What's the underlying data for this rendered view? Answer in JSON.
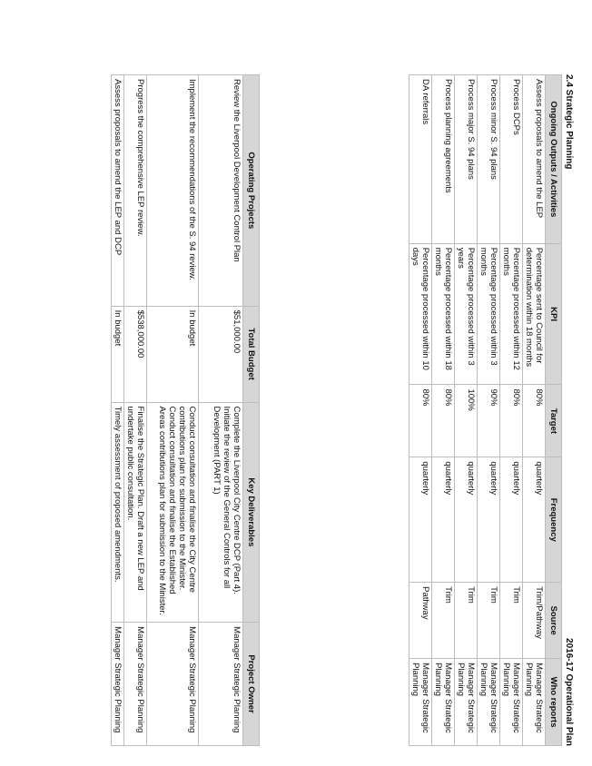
{
  "header": {
    "section_title": "2.4 Strategic Planning",
    "plan_title": "2016-17 Operational Plan"
  },
  "ongoing": {
    "columns": [
      "Ongoing Outputs / Activities",
      "KPI",
      "Target",
      "Frequency",
      "Source",
      "Who reports"
    ],
    "rows": [
      [
        "Assess proposals to amend the LEP",
        "Percentage sent to Council for determination within 18 months",
        "80%",
        "quarterly",
        "Trim/Pathway",
        "Manager Strategic Planning"
      ],
      [
        "Process DCPs",
        "Percentage processed within 12 months",
        "80%",
        "quarterly",
        "Trim",
        "Manager Strategic Planning"
      ],
      [
        "Process minor S. 94 plans",
        "Percentage processed within 3 months",
        "90%",
        "quarterly",
        "Trim",
        "Manager Strategic Planning"
      ],
      [
        "Process major S. 94 plans",
        "Percentage processed within 3 years",
        "100%",
        "quarterly",
        "Trim",
        "Manager Strategic Planning"
      ],
      [
        "Process planning agreements",
        "Percentage processed within 18 months",
        "80%",
        "quarterly",
        "Trim",
        "Manager Strategic Planning"
      ],
      [
        "DA referrals",
        "Percentage processed within 10 days",
        "80%",
        "quarterly",
        "Pathway",
        "Manager Strategic Planning"
      ]
    ]
  },
  "projects": {
    "columns": [
      "Operating Projects",
      "Total Budget",
      "Key Deliverables",
      "Project Owner"
    ],
    "rows": [
      [
        "Review the Liverpool Development Control Plan",
        "$51,000.00",
        "Complete the Liverpool City Centre DCP (Part 4). Initiate the review of the General Controls for all Development (PART 1)",
        "Manager Strategic Planning"
      ],
      [
        "Implement the recommendations of the S. 94 review.",
        "In budget",
        "Conduct consultation and finalise the City Centre contributions plan for submission to the Minister. Conduct consultation and finalise the Established Areas contributions plan for submission to the Minister.",
        "Manager Strategic Planning"
      ],
      [
        "Progress the comprehensive LEP review.",
        "$538,000.00",
        "Finalise the Strategic Plan. Draft a new LEP and undertake public consultation.",
        "Manager Strategic Planning"
      ],
      [
        "Assess proposals to amend the LEP and DCP",
        "In budget",
        "Timely assessment of proposed amendments.",
        "Manager Strategic Planning"
      ]
    ]
  }
}
